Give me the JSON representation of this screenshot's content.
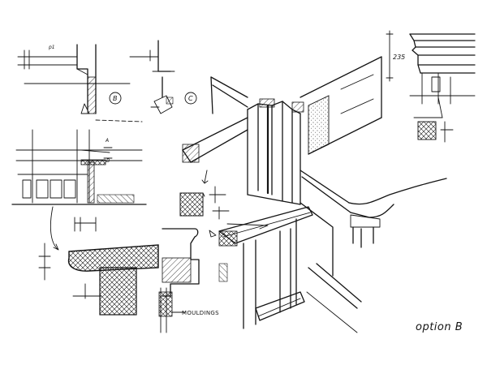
{
  "sheet": {
    "option_label": "option B",
    "detail_callouts": [
      "B",
      "C"
    ],
    "dimension_235": "235",
    "note_mouldings": "MOULDINGS",
    "tag_a": "A",
    "tag_b": "B",
    "tag_p1": "p1"
  },
  "colors": {
    "ink": "#141414",
    "paper": "#ffffff"
  }
}
